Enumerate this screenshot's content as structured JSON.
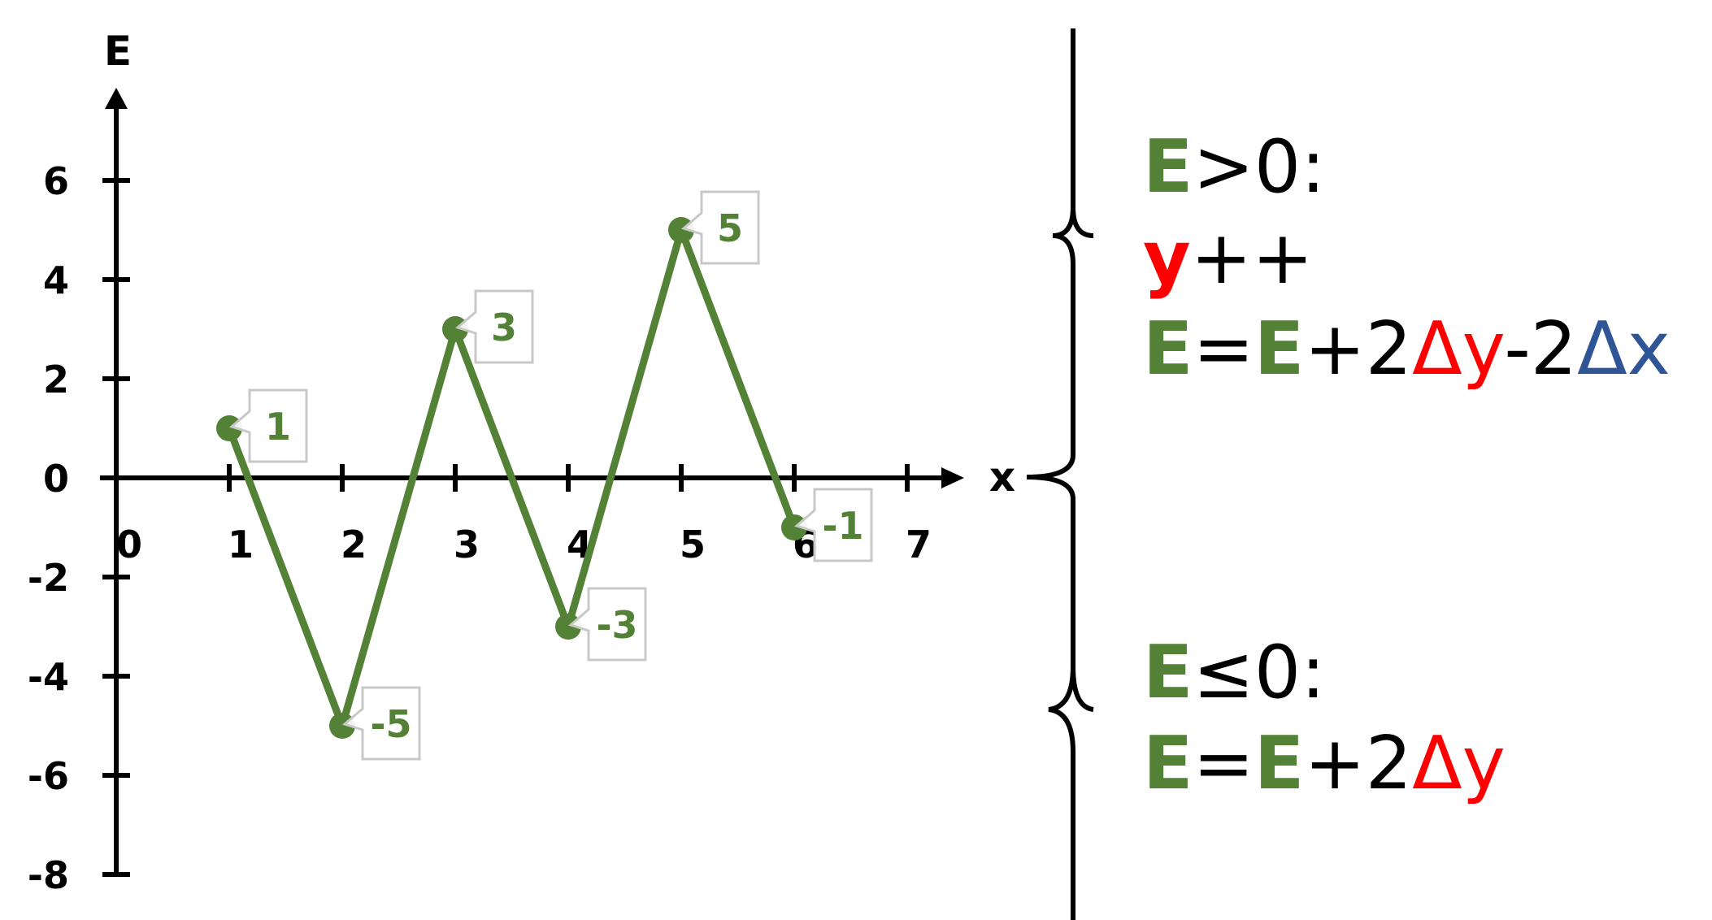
{
  "colors": {
    "series": "#538135",
    "delta_y": "#ff0000",
    "delta_x": "#2f5597",
    "axis": "#000000",
    "label_box_border": "#c8c8c8"
  },
  "chart_data": {
    "type": "line",
    "xlabel": "x",
    "ylabel": "E",
    "x": [
      1,
      2,
      3,
      4,
      5,
      6
    ],
    "y": [
      1,
      -5,
      3,
      -3,
      5,
      -1
    ],
    "data_labels": [
      "1",
      "-5",
      "3",
      "-3",
      "5",
      "-1"
    ],
    "xlim": [
      0,
      7
    ],
    "ylim": [
      -8,
      7
    ],
    "x_ticks": [
      "0",
      "1",
      "2",
      "3",
      "4",
      "5",
      "6",
      "7"
    ],
    "y_ticks": [
      "-8",
      "-6",
      "-4",
      "-2",
      "0",
      "2",
      "4",
      "6"
    ],
    "grid": false,
    "legend": "none"
  },
  "rules": {
    "positive": {
      "line1": [
        {
          "text": "E",
          "role": "E"
        },
        {
          "text": ">0:",
          "role": "plain"
        }
      ],
      "line2": [
        {
          "text": "y",
          "role": "y"
        },
        {
          "text": "++",
          "role": "plain"
        }
      ],
      "line3": [
        {
          "text": "E",
          "role": "E"
        },
        {
          "text": "=",
          "role": "plain"
        },
        {
          "text": "E",
          "role": "E"
        },
        {
          "text": "+2",
          "role": "plain"
        },
        {
          "text": "Δy",
          "role": "dy"
        },
        {
          "text": "-2",
          "role": "plain"
        },
        {
          "text": "Δx",
          "role": "dx"
        }
      ]
    },
    "nonpositive": {
      "line1": [
        {
          "text": "E",
          "role": "E"
        },
        {
          "text": "≤0:",
          "role": "plain"
        }
      ],
      "line2": [
        {
          "text": "E",
          "role": "E"
        },
        {
          "text": "=",
          "role": "plain"
        },
        {
          "text": "E",
          "role": "E"
        },
        {
          "text": "+2",
          "role": "plain"
        },
        {
          "text": "Δy",
          "role": "dy"
        }
      ]
    }
  }
}
